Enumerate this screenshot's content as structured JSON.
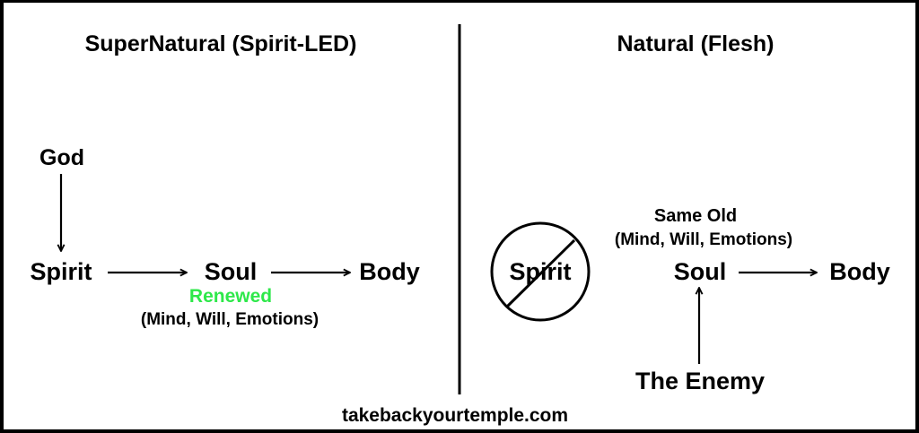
{
  "left_panel": {
    "title": "SuperNatural (Spirit-LED)",
    "nodes": {
      "god": "God",
      "spirit": "Spirit",
      "soul": "Soul",
      "body": "Body"
    },
    "soul_state": "Renewed",
    "soul_components": "(Mind, Will, Emotions)",
    "accent_color": "#2ee84a"
  },
  "right_panel": {
    "title": "Natural (Flesh)",
    "nodes": {
      "spirit_crossed": "Spirit",
      "soul": "Soul",
      "body": "Body",
      "enemy": "The Enemy"
    },
    "soul_state": "Same Old",
    "soul_components": "(Mind, Will, Emotions)"
  },
  "footer": {
    "website": "takebackyourtemple.com"
  }
}
